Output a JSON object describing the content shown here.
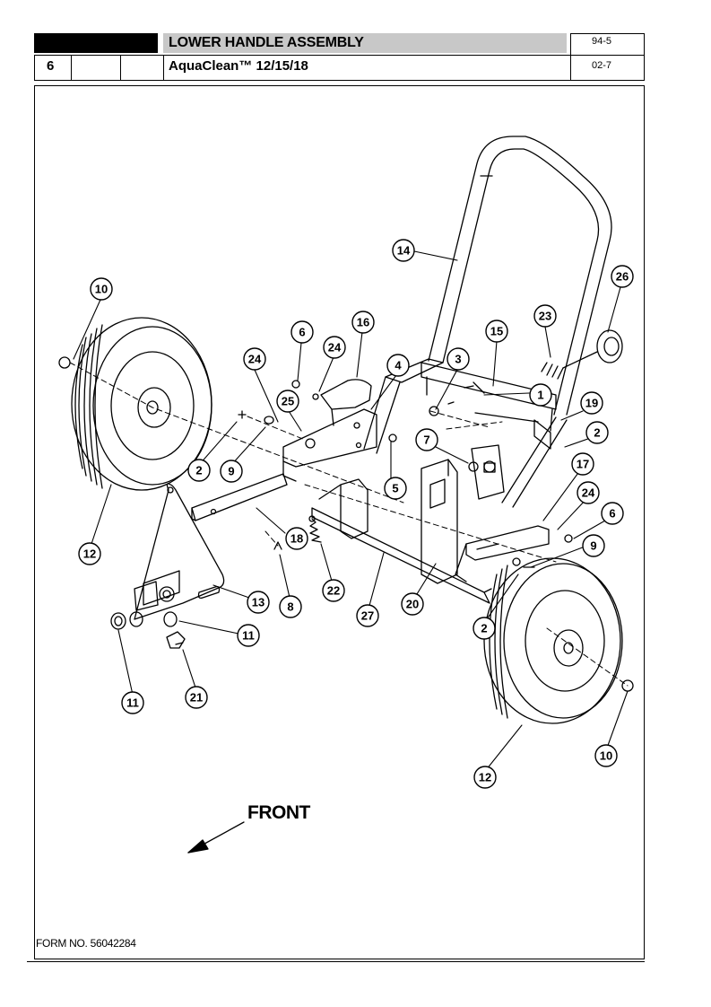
{
  "header": {
    "title": "LOWER HANDLE ASSEMBLY",
    "subtitle": "AquaClean™ 12/15/18",
    "section_number": "6",
    "code_top": "94-5",
    "code_bottom": "02-7"
  },
  "footer": {
    "form_number": "FORM NO. 56042284"
  },
  "direction_label": "FRONT",
  "callouts": [
    "14",
    "26",
    "10",
    "23",
    "6",
    "24",
    "16",
    "15",
    "24",
    "4",
    "3",
    "1",
    "19",
    "25",
    "7",
    "2",
    "2",
    "9",
    "5",
    "17",
    "24",
    "6",
    "12",
    "18",
    "9",
    "8",
    "13",
    "22",
    "27",
    "20",
    "2",
    "11",
    "11",
    "21",
    "12",
    "10"
  ]
}
